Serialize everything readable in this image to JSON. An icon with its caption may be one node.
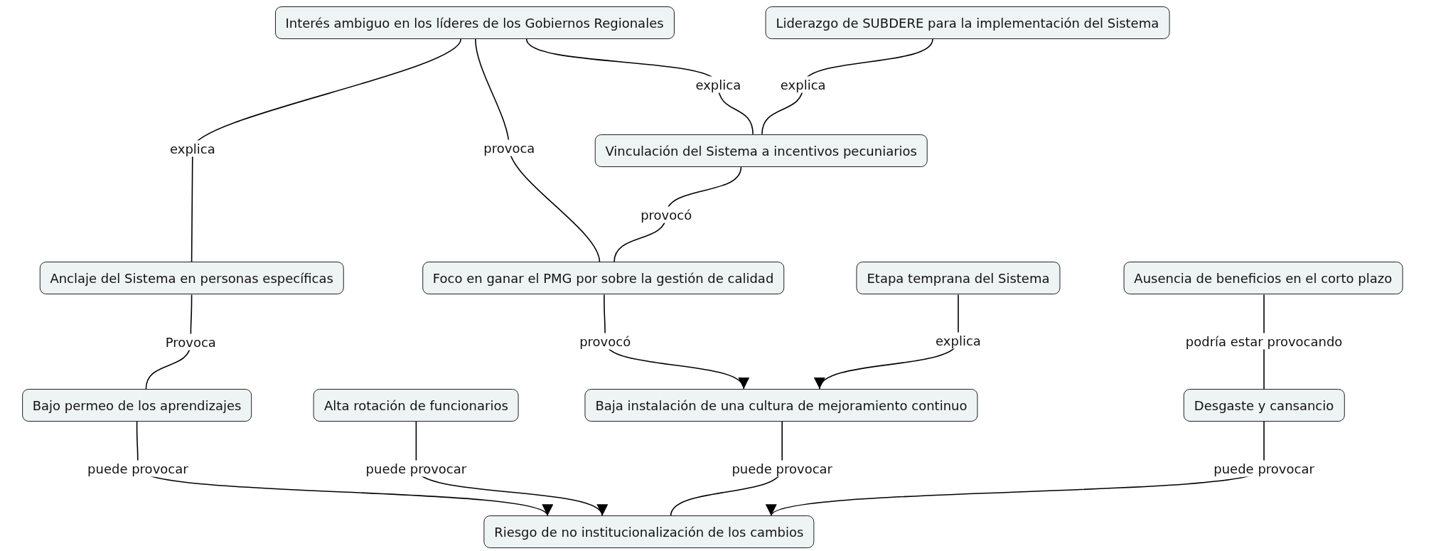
{
  "diagram": {
    "nodes": [
      {
        "text": [
          "Interés ambiguo en los líderes de los Gobiernos Regionales"
        ]
      },
      {
        "text": [
          "Liderazgo de SUBDERE para la implementación del Sistema"
        ]
      },
      {
        "text": [
          "Vinculación del Sistema a incentivos pecuniarios"
        ]
      },
      {
        "text": [
          "Anclaje del Sistema en personas específicas"
        ]
      },
      {
        "text": [
          "Foco en ganar el PMG por sobre la gestión de calidad"
        ]
      },
      {
        "text": [
          "Etapa temprana del Sistema"
        ]
      },
      {
        "text": [
          "Ausencia de beneficios en el corto plazo"
        ]
      },
      {
        "text": [
          "Bajo permeo de los aprendizajes"
        ]
      },
      {
        "text": [
          "Alta rotación de funcionarios"
        ]
      },
      {
        "text": [
          "Baja instalación de una cultura de mejoramiento continuo"
        ]
      },
      {
        "text": [
          "Desgaste y cansancio"
        ]
      },
      {
        "text": [
          "Riesgo  de no institucionalización de los cambios"
        ]
      }
    ],
    "edges": [
      {
        "from": 0,
        "to": 3,
        "label": "explica",
        "arrow": "none"
      },
      {
        "from": 0,
        "to": 4,
        "label": "provoca",
        "arrow": "none"
      },
      {
        "from": 0,
        "to": 2,
        "label": "explica",
        "arrow": "none"
      },
      {
        "from": 1,
        "to": 2,
        "label": "explica",
        "arrow": "none"
      },
      {
        "from": 2,
        "to": 4,
        "label": "provocó",
        "arrow": "none"
      },
      {
        "from": 3,
        "to": 7,
        "label": "Provoca",
        "arrow": "none"
      },
      {
        "from": 4,
        "to": 9,
        "label": "provocó",
        "arrow": "to"
      },
      {
        "from": 5,
        "to": 9,
        "label": "explica",
        "arrow": "to"
      },
      {
        "from": 6,
        "to": 10,
        "label": "podría estar provocando",
        "arrow": "none"
      },
      {
        "from": 7,
        "to": 11,
        "label": "puede provocar",
        "arrow": "to"
      },
      {
        "from": 8,
        "to": 11,
        "label": "puede provocar",
        "arrow": "to"
      },
      {
        "from": 9,
        "to": 11,
        "label": "puede provocar",
        "arrow": "none"
      },
      {
        "from": 10,
        "to": 11,
        "label": "puede provocar",
        "arrow": "to"
      }
    ]
  }
}
